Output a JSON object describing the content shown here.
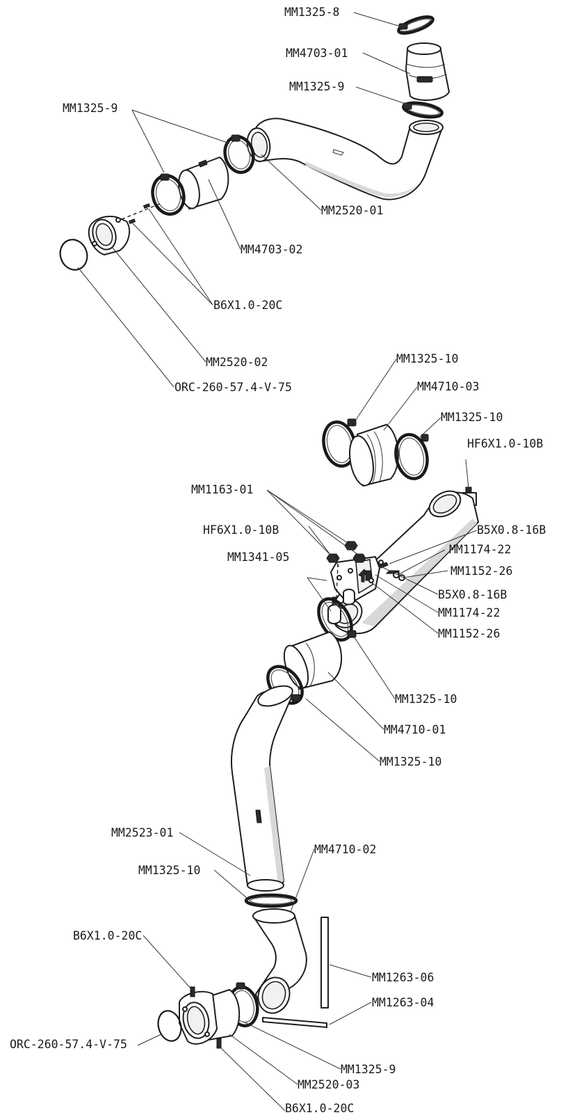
{
  "diagram": {
    "labels": {
      "mm1325_8": "MM1325-8",
      "mm4703_01": "MM4703-01",
      "mm1325_9_top": "MM1325-9",
      "mm1325_9_left": "MM1325-9",
      "mm2520_01": "MM2520-01",
      "mm4703_02": "MM4703-02",
      "b6x1_top": "B6X1.0-20C",
      "mm2520_02": "MM2520-02",
      "orc_top": "ORC-260-57.4-V-75",
      "mm1325_10_a": "MM1325-10",
      "mm4710_03": "MM4710-03",
      "mm1325_10_b": "MM1325-10",
      "hf6x1_right": "HF6X1.0-10B",
      "mm1163_01": "MM1163-01",
      "hf6x1_left": "HF6X1.0-10B",
      "b5x08_a": "B5X0.8-16B",
      "mm1174_22_a": "MM1174-22",
      "mm1341_05": "MM1341-05",
      "mm1152_26_a": "MM1152-26",
      "b5x08_b": "B5X0.8-16B",
      "mm1174_22_b": "MM1174-22",
      "mm1152_26_b": "MM1152-26",
      "mm1325_10_c": "MM1325-10",
      "mm4710_01": "MM4710-01",
      "mm1325_10_d": "MM1325-10",
      "mm2523_01": "MM2523-01",
      "mm4710_02": "MM4710-02",
      "mm1325_10_e": "MM1325-10",
      "b6x1_bottom_a": "B6X1.0-20C",
      "mm1263_06": "MM1263-06",
      "mm1263_04": "MM1263-04",
      "orc_bottom": "ORC-260-57.4-V-75",
      "mm1325_9_bottom": "MM1325-9",
      "mm2520_03": "MM2520-03",
      "b6x1_bottom_b": "B6X1.0-20C"
    }
  }
}
